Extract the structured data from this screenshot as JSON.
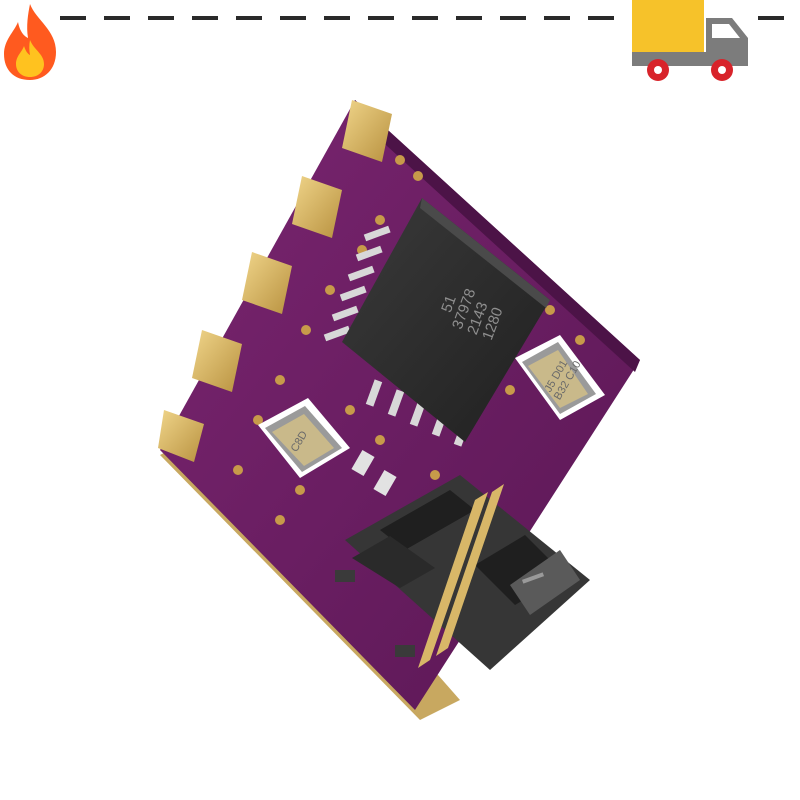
{
  "header": {
    "flame_icon": "fire-icon",
    "truck_icon": "delivery-truck-icon"
  },
  "module": {
    "chip_lines": [
      "1280",
      "2143",
      "37978",
      "51"
    ],
    "crystal_left_label": "C8D",
    "crystal_right_lines": [
      "J5 D01",
      "B32 C10"
    ]
  },
  "colors": {
    "board": "#6b1f63",
    "board_dark": "#4c1347",
    "gold": "#d8b768",
    "chip": "#2c2c2c",
    "connector": "#3a3a3a",
    "flame_outer": "#ff5a1f",
    "flame_inner": "#ffc21f",
    "truck_cargo": "#f6c22a",
    "truck_cab": "#7c7c7c",
    "truck_wheel": "#d8232a",
    "dashes": "#2a2a2a"
  }
}
